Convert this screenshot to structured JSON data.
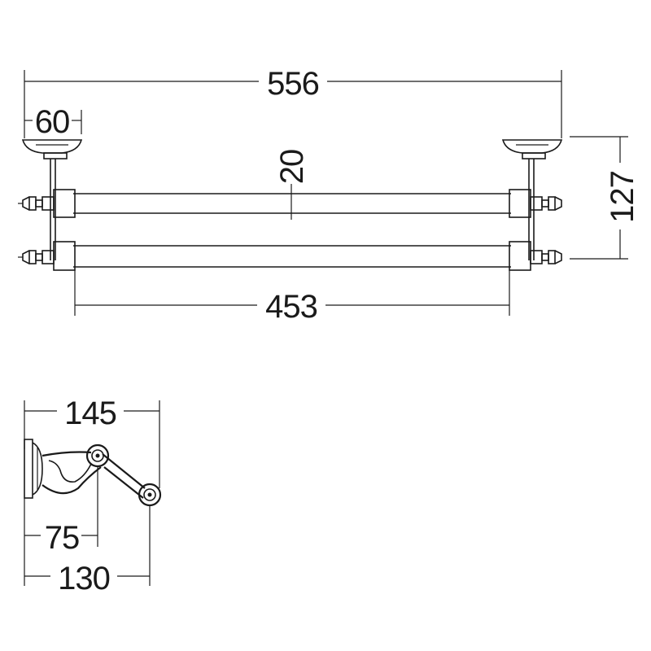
{
  "dimensions": {
    "overall_length": "556",
    "bracket_plate": "60",
    "rail_diameter": "20",
    "rail_spacing": "127",
    "rail_length": "453",
    "side_depth_total": "145",
    "side_depth_upper": "75",
    "side_depth_lower": "130"
  },
  "colors": {
    "line": "#1a1a1a",
    "background": "#ffffff"
  }
}
